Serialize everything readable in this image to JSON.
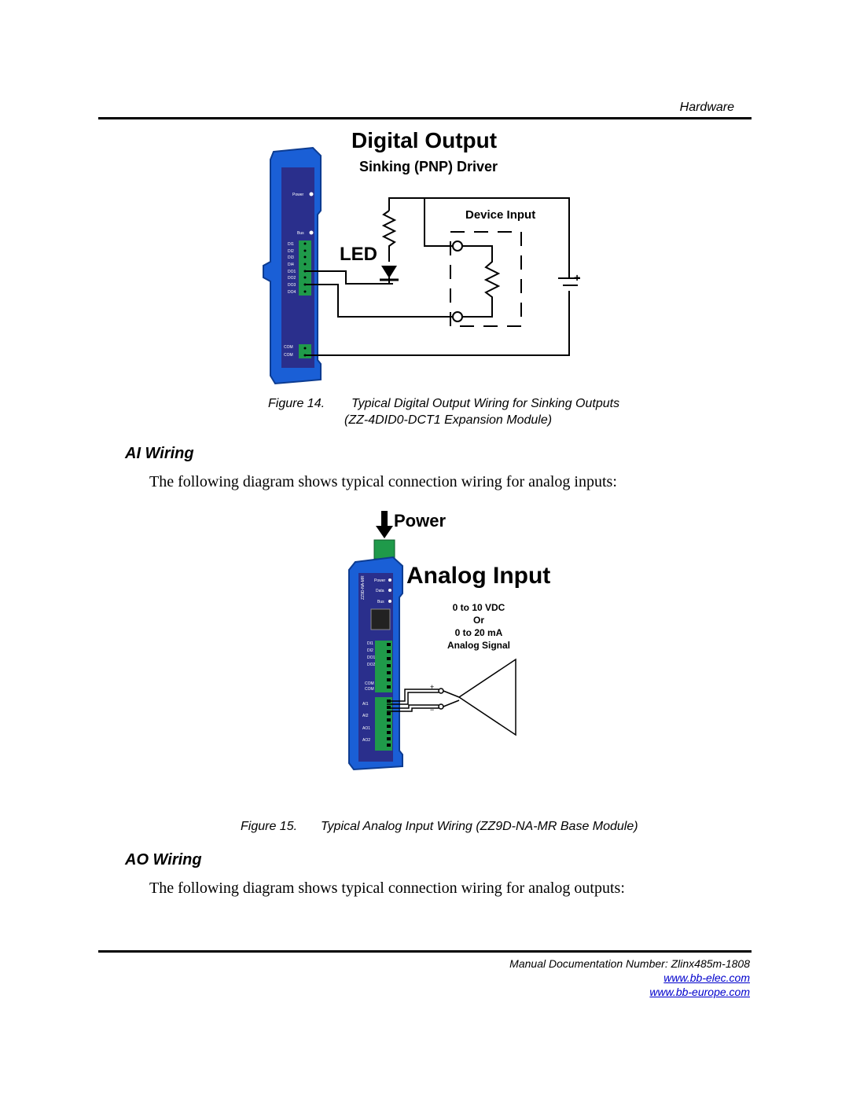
{
  "header": {
    "section": "Hardware"
  },
  "figure14": {
    "title": "Digital Output",
    "subtitle": "Sinking (PNP) Driver",
    "device_input_label": "Device Input",
    "led_label": "LED",
    "module_labels": [
      "Power",
      "Bus",
      "DI1",
      "DI2",
      "DI3",
      "DI4",
      "DO1",
      "DO2",
      "DO3",
      "DO4",
      "COM",
      "COM"
    ],
    "caption_number": "Figure 14.",
    "caption_text": "Typical Digital Output Wiring for Sinking Outputs",
    "caption_line2": "(ZZ-4DID0-DCT1 Expansion Module)"
  },
  "ai_section": {
    "heading": "AI Wiring",
    "paragraph": "The following diagram shows typical connection wiring for analog inputs:"
  },
  "figure15": {
    "power_label": "Power",
    "title": "Analog Input",
    "signal_lines": [
      "0 to 10 VDC",
      "Or",
      "0 to 20 mA",
      "Analog Signal"
    ],
    "module_labels": [
      "Power",
      "Data",
      "Bus",
      "DI1",
      "DI2",
      "DO1",
      "DO2",
      "COM",
      "COM",
      "AI1",
      "AI2",
      "AO1",
      "AO2"
    ],
    "side_label": "ZZ9D-NA-MR",
    "plus": "+",
    "minus": "−",
    "caption_number": "Figure 15.",
    "caption_text": "Typical Analog Input Wiring (ZZ9D-NA-MR Base Module)"
  },
  "ao_section": {
    "heading": "AO Wiring",
    "paragraph": "The following diagram shows typical connection wiring for analog outputs:"
  },
  "footer": {
    "doc_number": "Manual Documentation Number: Zlinx485m-1808",
    "link1": "www.bb-elec.com",
    "link2": "www.bb-europe.com"
  },
  "colors": {
    "module_blue": "#1a5fd6",
    "module_panel": "#2a2f8c",
    "terminal_green": "#1f9a4a"
  }
}
